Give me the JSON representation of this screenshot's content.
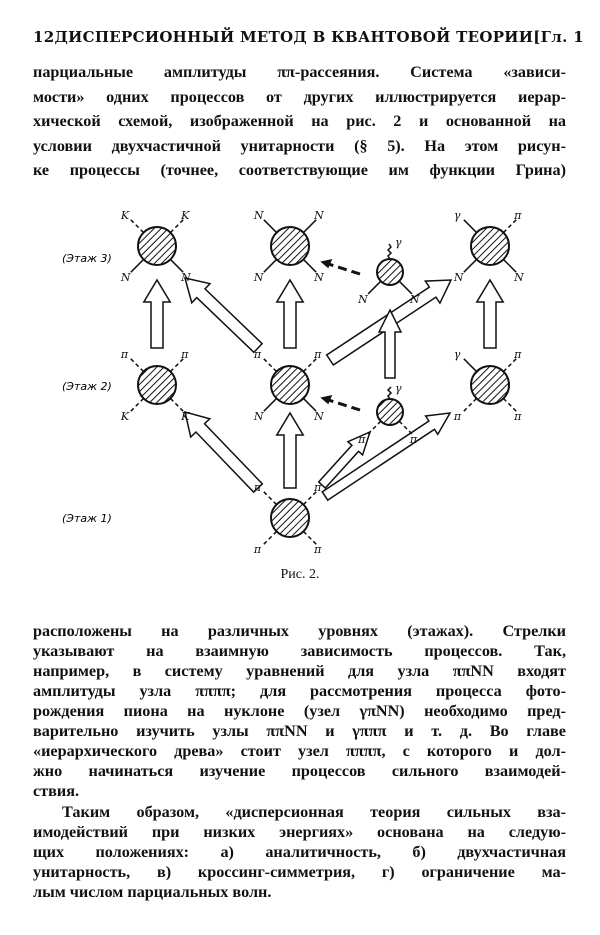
{
  "header": {
    "page_number": "12",
    "running_title": "ДИСПЕРСИОННЫЙ МЕТОД В КВАНТОВОЙ ТЕОРИИ",
    "chapter": "[Гл. 1"
  },
  "para1": [
    "парциальные амплитуды ππ-рассеяния. Система «зависи-",
    "мости» одних процессов от других иллюстрируется иерар-",
    "хической схемой, изображенной на рис. 2 и основанной на",
    "условии двухчастичной унитарности (§ 5). На этом рисун-",
    "ке процессы (точнее, соответствующие им функции Грина)"
  ],
  "figure": {
    "caption": "Рис. 2.",
    "levels": [
      "(Этаж 3)",
      "(Этаж 2)",
      "(Этаж 1)"
    ],
    "labels": {
      "K": "K",
      "N": "N",
      "pi": "π",
      "gamma": "γ"
    }
  },
  "para2": [
    "расположены на различных уровнях (этажах). Стрелки",
    "указывают на взаимную зависимость процессов. Так,",
    "например, в систему уравнений для узла ππNN входят",
    "амплитуды узла ππππ; для рассмотрения процесса фото-",
    "рождения пиона на нуклоне (узел γπNN) необходимо пред-",
    "варительно изучить узлы ππNN и γπππ и т. д. Во главе",
    "«иерархического древа» стоит узел ππππ, с которого и дол-",
    "жно начинаться изучение процессов сильного взаимодей-",
    "ствия."
  ],
  "para3": [
    "Таким образом, «дисперсионная теория сильных вза-",
    "имодействий при низких энергиях» основана на следую-",
    "щих положениях: а) аналитичность, б) двухчастичная",
    "унитарность, в) кроссинг-симметрия, г) ограничение ма-",
    "лым числом парциальных волн."
  ]
}
